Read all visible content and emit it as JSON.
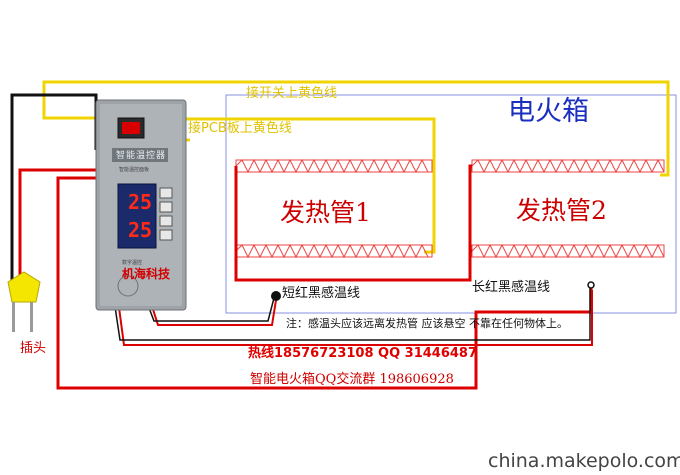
{
  "diagram": {
    "box_title": "电火箱",
    "heater_1": "发热管1",
    "heater_2": "发热管2",
    "yellow_wire_switch": "接开关上黄色线",
    "yellow_wire_pcb": "接PCB板上黄色线",
    "sensor_short": "短红黑感温线",
    "sensor_long": "长红黑感温线",
    "note": "注：感温头应该远离发热管 应该悬空 不靠在任何物体上。",
    "hotline": "热线18576723108   QQ 31446487",
    "qq_group": "智能电火箱QQ交流群    198606928",
    "plug": "插头",
    "watermark": "china.makepolo.com"
  },
  "controller": {
    "panel_title": "智能温控器",
    "display_top": "25",
    "display_bottom": "25",
    "panel_sub": "智能温控面板",
    "panel_bottom_small": "数字温控",
    "brand": "机海科技"
  },
  "colors": {
    "yellow_wire": "#f0d400",
    "red_wire": "#dd0000",
    "black_wire": "#111111",
    "box_outline": "#8a8fe0",
    "heater_zigzag": "#ee4444",
    "panel": "#9ea3a8"
  }
}
